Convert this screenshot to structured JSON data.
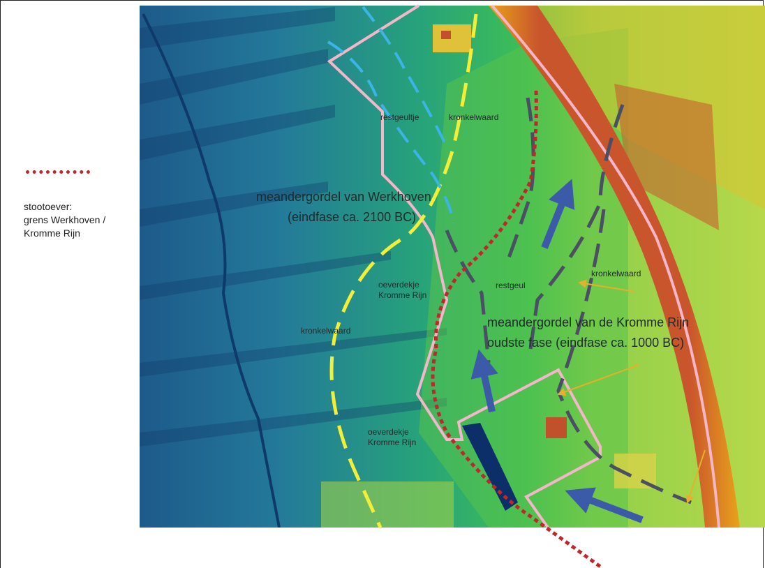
{
  "legend": {
    "boundary_label": "stootoever:\n grens Werkhoven /\nKromme Rijn",
    "boundary_color": "#c0262a"
  },
  "map": {
    "labels": {
      "restgeultje": "restgeultje",
      "kronkelwaard_top": "kronkelwaard",
      "werkhoven_belt": "meandergordel van Werkhoven",
      "werkhoven_phase": "(eindfase ca. 2100 BC)",
      "oeverdekje_1a": "oeverdekje",
      "oeverdekje_1b": "Kromme Rijn",
      "restgeul": "restgeul",
      "kronkelwaard_right": "kronkelwaard",
      "kronkelwaard_left": "kronkelwaard",
      "kromme_belt": "meandergordel van de Kromme Rijn",
      "kromme_phase": "oudste fase (eindfase ca. 1000 BC)",
      "oeverdekje_2a": "oeverdekje",
      "oeverdekje_2b": "Kromme Rijn"
    },
    "colors": {
      "low": "#1f4e8c",
      "mid": "#2aa36a",
      "high": "#c0512a",
      "boundary_pink": "#f4b6c8",
      "werkhoven_dash": "#f2ee3a",
      "restgeultje_dash": "#3cb4e6",
      "kromme_dash": "#4a4f63",
      "flow_arrow": "#3b5aa8",
      "pointer_arrow": "#e6b02a"
    }
  }
}
